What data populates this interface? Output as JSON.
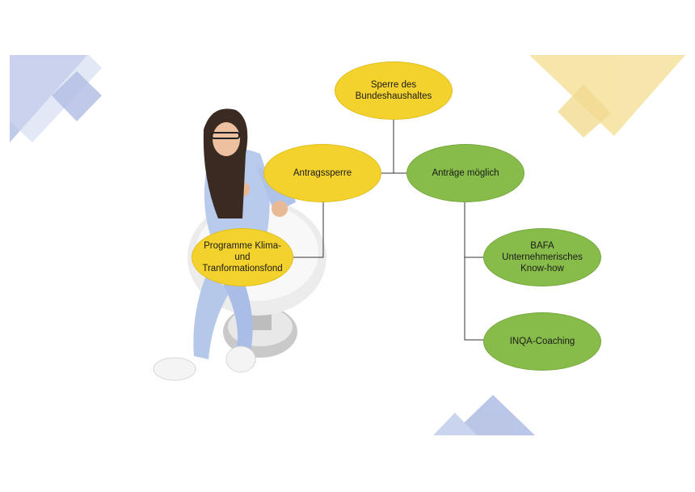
{
  "colors": {
    "yellow_node": "#f4d22e",
    "green_node": "#87bc4a",
    "connector": "#333333",
    "deco_blue": "#8ea1d8",
    "deco_yellow": "#f3dc87"
  },
  "diagram": {
    "nodes": {
      "root": "Sperre des\nBundeshaushaltes",
      "antragssperre": "Antragssperre",
      "antraege_moeglich": "Anträge möglich",
      "klima_fond": "Programme Klima-\nund\nTranformationsfond",
      "bafa": "BAFA\nUnternehmerisches\nKnow-how",
      "inqa": "INQA-Coaching"
    }
  },
  "decorations": {
    "photo": "woman-in-chair-pointing"
  }
}
